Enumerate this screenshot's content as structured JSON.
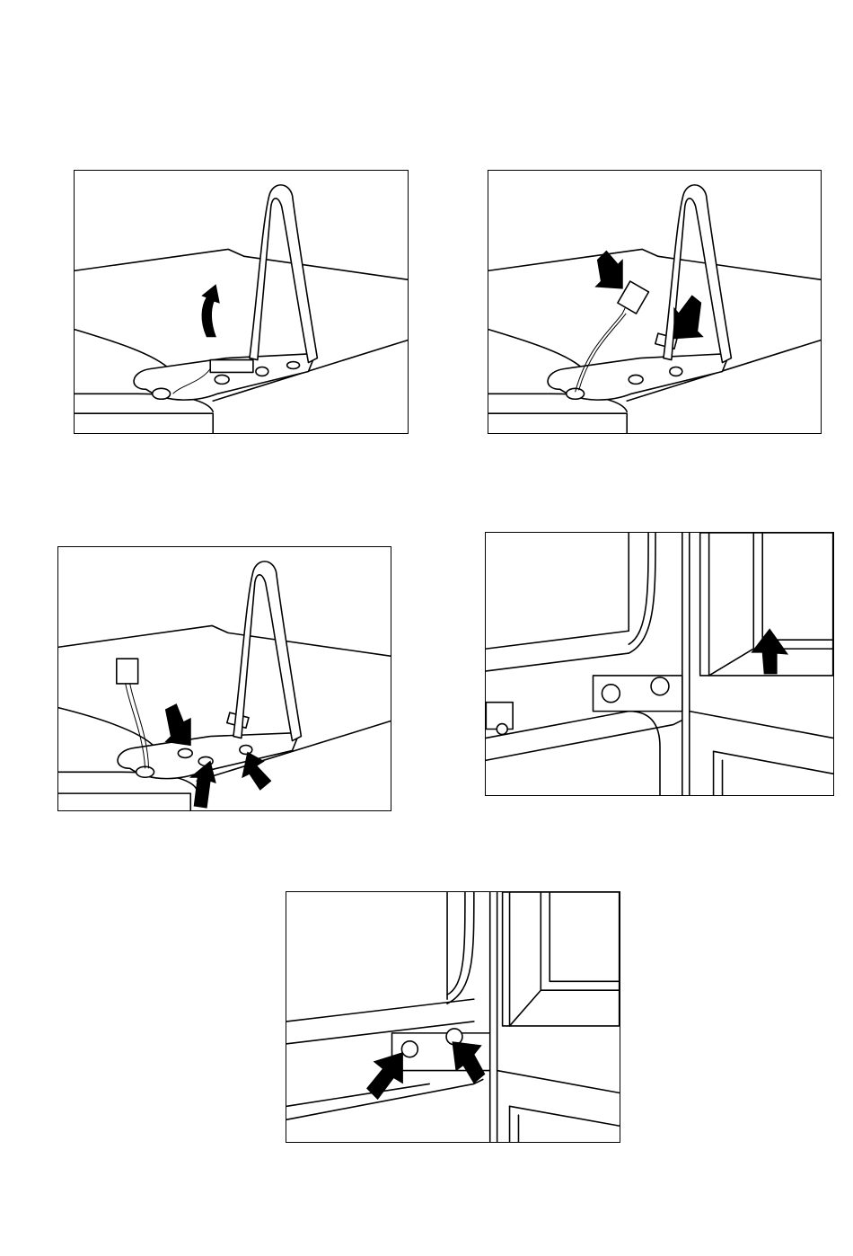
{
  "page": {
    "panels": [
      {
        "id": "p1",
        "arrows": 1
      },
      {
        "id": "p2",
        "arrows": 2
      },
      {
        "id": "p3",
        "arrows": 3
      },
      {
        "id": "p4",
        "arrows": 1
      },
      {
        "id": "p5",
        "arrows": 2
      }
    ]
  }
}
